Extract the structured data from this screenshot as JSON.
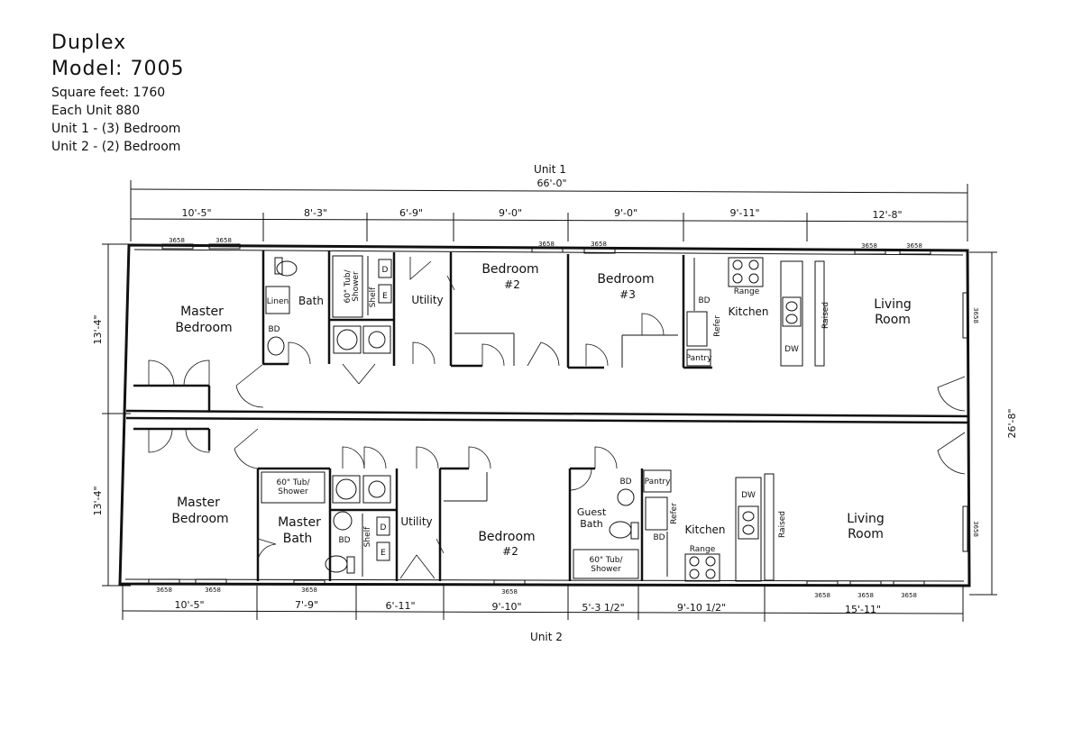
{
  "header": {
    "title": "Duplex",
    "model": "Model: 7005",
    "square_feet": "Square feet: 1760",
    "each_unit": "Each Unit 880",
    "unit1_desc": "Unit 1 - (3) Bedroom",
    "unit2_desc": "Unit 2 - (2) Bedroom"
  },
  "unit1": {
    "label": "Unit 1",
    "overall_dim": "66'-0\"",
    "depth_dim": "13'-4\"",
    "top_dims": [
      "10'-5\"",
      "8'-3\"",
      "6'-9\"",
      "9'-0\"",
      "9'-0\"",
      "9'-11\"",
      "12'-8\""
    ],
    "rooms": {
      "master_line1": "Master",
      "master_line2": "Bedroom",
      "bath": "Bath",
      "utility": "Utility",
      "bed2_line1": "Bedroom",
      "bed2_line2": "#2",
      "bed3_line1": "Bedroom",
      "bed3_line2": "#3",
      "kitchen": "Kitchen",
      "living_line1": "Living",
      "living_line2": "Room"
    },
    "fixtures": {
      "linen": "Linen",
      "bd1": "BD",
      "bd2": "BD",
      "tub_line1": "60\" Tub/",
      "tub_line2": "Shower",
      "dryer": "D",
      "washer": "E",
      "shelf": "Shelf",
      "range": "Range",
      "refer": "Refer",
      "pantry": "Pantry",
      "dw": "DW",
      "raised": "Raised"
    }
  },
  "unit2": {
    "label": "Unit 2",
    "depth_dim": "13'-4\"",
    "bottom_dims": [
      "10'-5\"",
      "7'-9\"",
      "6'-11\"",
      "9'-10\"",
      "5'-3 1/2\"",
      "9'-10 1/2\"",
      "15'-11\""
    ],
    "rooms": {
      "master_line1": "Master",
      "master_line2": "Bedroom",
      "mbath_line1": "Master",
      "mbath_line2": "Bath",
      "utility": "Utility",
      "bed2_line1": "Bedroom",
      "bed2_line2": "#2",
      "gbath_line1": "Guest",
      "gbath_line2": "Bath",
      "kitchen": "Kitchen",
      "living_line1": "Living",
      "living_line2": "Room"
    },
    "fixtures": {
      "tub1_line1": "60\" Tub/",
      "tub1_line2": "Shower",
      "bd1": "BD",
      "dryer": "D",
      "washer": "E",
      "shelf": "Shelf",
      "bd2": "BD",
      "bd3": "BD",
      "pantry": "Pantry",
      "refer": "Refer",
      "tub2_line1": "60\" Tub/",
      "tub2_line2": "Shower",
      "range": "Range",
      "dw": "DW",
      "raised": "Raised"
    }
  },
  "total_depth_dim": "26'-8\"",
  "window_label": "3658"
}
